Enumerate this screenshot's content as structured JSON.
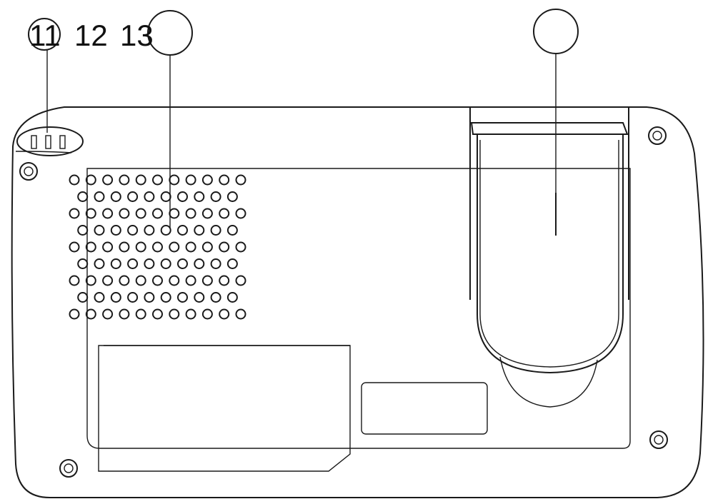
{
  "callouts": [
    {
      "label": "11"
    },
    {
      "label": "12"
    },
    {
      "label": "13"
    },
    {
      "label": ""
    },
    {
      "label": ""
    }
  ],
  "speaker_grill": {
    "rows": 9,
    "odd_row_holes": 11,
    "even_row_holes": 10
  },
  "colors": {
    "line": "#1a1a1a",
    "background": "#ffffff"
  }
}
